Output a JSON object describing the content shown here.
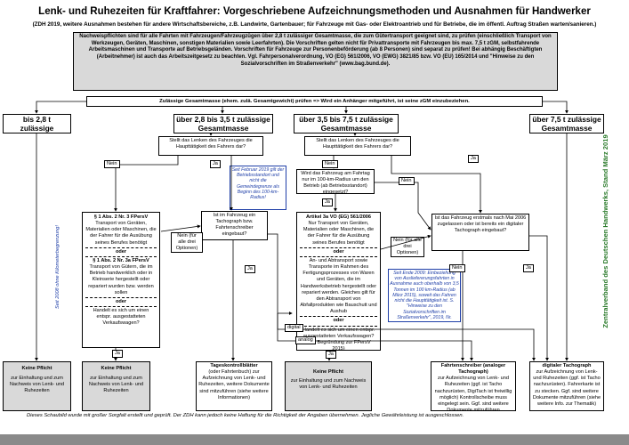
{
  "header": {
    "title": "Lenk- und Ruhezeiten für Kraftfahrer: Vorgeschriebene Aufzeichnungsmethoden und Ausnahmen für Handwerker",
    "subtitle": "(ZDH 2019, weitere Ausnahmen bestehen für andere Wirtschaftsbereiche, z.B. Landwirte, Gartenbauer; für Fahrzeuge mit Gas- oder Elektroantrieb und für Betriebe, die im öffentl. Auftrag Straßen warten/sanieren.)"
  },
  "intro": "Nachweispflichten sind für alle Fahrten mit Fahrzeugen/Fahrzeugzügen über 2,8 t zulässiger Gesamtmasse, die zum Gütertransport geeignet sind, zu prüfen (einschließlich Transport von Werkzeugen, Geräten, Maschinen, sonstigen Materialien sowie Leerfahrten). Die Vorschriften gelten nicht für Privattransporte mit Fahrzeugen bis max. 7,5 t zGM, selbstfahrende Arbeitsmaschinen und Transporte auf Betriebsgeländen. Vorschriften für Fahrzeuge zur Personenbeförderung (ab 8 Personen) sind separat zu prüfen! Bei abhängig Beschäftigten (Arbeitnehmer) ist auch das Arbeitszeitgesetz zu beachten. Vgl. Fahrpersonalverordnung, VO (EG) 561/2006, VO (EWG) 3821/85 bzw. VO (EU) 165/2014 und \"Hinweise zu den Sozialvorschriften im Straßenverkehr\" (www.bag.bund.de).",
  "mass_question": "Zulässige Gesamtmasse (ehem. zulä. Gesamtgewicht) prüfen => Wird ein Anhänger mitgeführt, ist seine zGM einzubeziehen.",
  "categories": [
    "bis 2,8 t zulässige Gesamtmasse",
    "über 2,8 bis 3,5 t zulässige Gesamtmasse",
    "über 3,5 bis 7,5 t zulässige Gesamtmasse",
    "über 7,5 t zulässige Gesamtmasse"
  ],
  "q_hauptt_1": "Stellt das Lenken des Fahrzeuges die Haupttätigkeit des Fahrers dar?",
  "q_hauptt_2": "Stellt das Lenken des Fahrzeuges die Haupttätigkeit des Fahrers dar?",
  "note_2019": "Seit Februar 2019 gilt der Betriebsstandort und nicht die Gemeindegrenze als Beginn des 100-km-Radius!",
  "q_radius": "Wird das Fahrzeug am Fahrtag nur im 100-km-Radius um den Betrieb (ab Betriebsstandort) eingesetzt?",
  "q_tacho": "Ist im Fahrzeug ein Tachograph bzw. Fahrtenschreiber eingebaut?",
  "q_digital": "Ist das Fahrzeug erstmals nach Mai 2006 zugelassen oder ist bereits ein digitaler Tachograph eingebaut?",
  "frv": {
    "title1": "§ 1 Abs. 2 Nr. 3 FPersV",
    "text1": "Transport von Geräten, Materialien oder Maschinen, die der Fahrer für die Ausübung seines Berufes benötigt",
    "or1": "oder",
    "title2": "§ 1 Abs. 2 Nr. 3a FPersV",
    "text2": "Transport von Gütern, die im Betrieb handwerklich oder in Kleinserie hergestellt oder repariert wurden bzw. werden sollen",
    "or2": "oder",
    "text3": "Handelt es sich um einen entspr. ausgestatteten Verkaufswagen?"
  },
  "art3a": {
    "title": "Artikel 3a VO (EG) 561/2006",
    "text1": "Nur Transport von Geräten, Materialien oder Maschinen, die der Fahrer für die Ausübung seines Berufes benötigt",
    "or1": "oder",
    "text2": "An- und Abtransport sowie Transporte im Rahmen des Fertigungsprozesses von Waren und Geräten, die im Handwerksbetrieb hergestellt oder repariert werden. Gleiches gilt für den Abtransport von Abfallprodukten wie Bauschutt und Aushub",
    "or2": "oder",
    "text3": "Handelt es sich um einen entspr. ausgestatteten Verkaufswagen? (vgl. Begründung zur FPersV 2015)"
  },
  "note_side_left": "Seit 2008 ohne Kilometerbegrenzung!",
  "note_2009": "Seit Ende 2009: Einbeziehung von Ausliefererungsfahrten in Ausnahme auch oberhalb von 3,5 Tonnen im 100 km-Radius (ab März 2015), soweit das Fahren nicht die Haupttätigkeit ist. S. \"Hinweise zu den Sozialvorschriften im Straßenverkehr\", 2019, Nr.",
  "side_right": "Zentralverband des Deutschen Handwerks, Stand März 2019",
  "labels": {
    "nein": "Nein",
    "ja": "Ja",
    "oder": "oder",
    "digital": "digital",
    "analog": "analog",
    "nein_opt_1": "Nein (für alle drei Optionen)",
    "nein_opt_2": "Nein (für alle drei Optionen)"
  },
  "results": {
    "keine1_title": "Keine Pflicht",
    "keine1_text": "zur Einhaltung und zum Nachweis von Lenk- und Ruhezeiten",
    "keine2_title": "Keine Pflicht",
    "keine2_text": "zur Einhaltung und zum Nachweis von Lenk- und Ruhezeiten",
    "tages_title": "Tageskontrollblätter",
    "tages_text": "(oder Fahrtenbuch) zur Aufzeichnung von Lenk- und Ruhezeiten, weitere Dokumente sind mitzuführen (siehe weitere Informationen)",
    "keine3_title": "Keine Pflicht",
    "keine3_text": "zur Einhaltung und zum Nachweis von Lenk- und Ruhezeiten",
    "analog_title": "Fahrtenschreiber (analoger Tachograph)",
    "analog_text": "zur Aufzeichnung von Lenk- und Ruhezeiten (ggf. ist Tacho nachzurüsten, DigiTach ist freiwillig möglich) Kontrollscheibe muss eingelegt sein. Ggf. sind weitere Dokumente mitzuführen",
    "digital_title": "digitaler Tachograph",
    "digital_text": "zur Aufzeichnung von Lenk- und Ruhezeiten (ggf. ist Tacho nachzurüsten). Fahrerkarte ist zu stecken. Ggf. sind weitere Dokumente mitzuführen (siehe weitere Info. zur Thematik)"
  },
  "footer": "Dieses Schaubild wurde mit großer Sorgfalt erstellt und geprüft. Der ZDH kann jedoch keine Haftung für die Richtigkeit der Angaben übernehmen. Jegliche Gewährleistung ist ausgeschlossen.",
  "colors": {
    "blue_note": "#1f3fa8",
    "green_side": "#2a7a2a",
    "result_gray": "#d9d9d9",
    "bottom_bar": "#8a8a8a"
  }
}
